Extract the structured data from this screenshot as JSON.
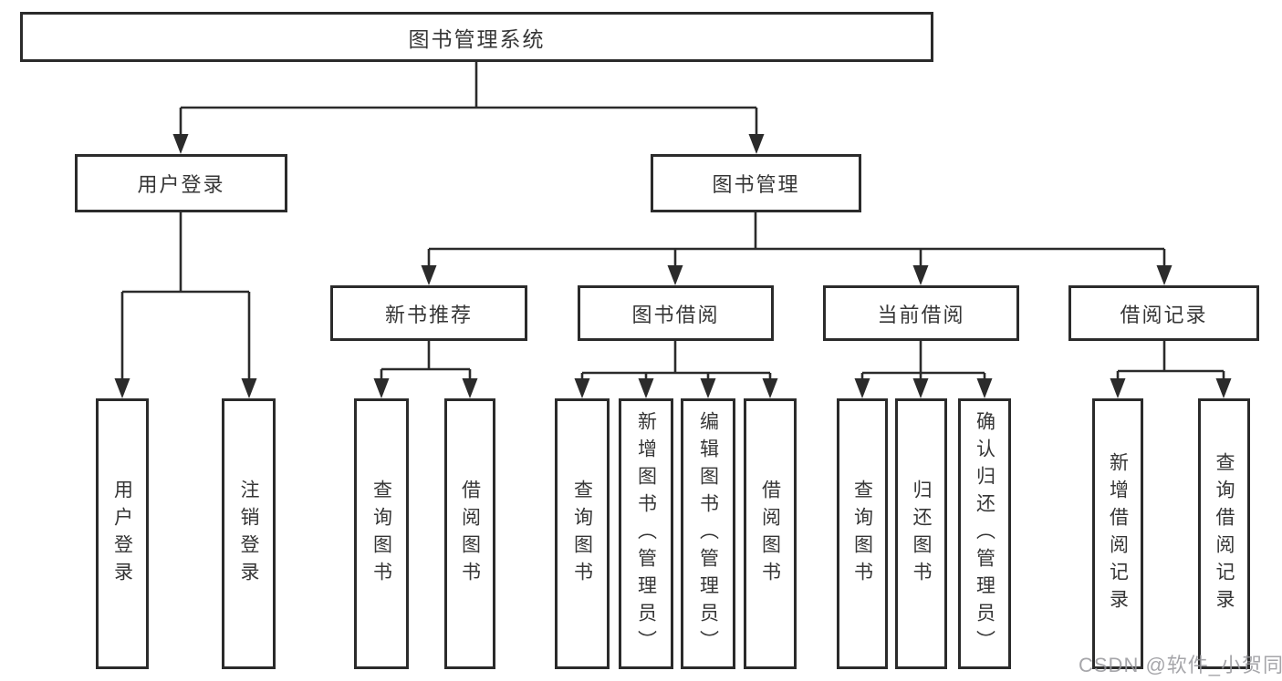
{
  "diagram": {
    "root": {
      "label": "图书管理系统"
    },
    "branches": [
      {
        "label": "用户登录",
        "leaves": [
          {
            "label": "用户登录"
          },
          {
            "label": "注销登录"
          }
        ]
      },
      {
        "label": "图书管理",
        "groups": [
          {
            "label": "新书推荐",
            "leaves": [
              {
                "label": "查询图书"
              },
              {
                "label": "借阅图书"
              }
            ]
          },
          {
            "label": "图书借阅",
            "leaves": [
              {
                "label": "查询图书"
              },
              {
                "label": "新增图书（管理员）"
              },
              {
                "label": "编辑图书（管理员）"
              },
              {
                "label": "借阅图书"
              }
            ]
          },
          {
            "label": "当前借阅",
            "leaves": [
              {
                "label": "查询图书"
              },
              {
                "label": "归还图书"
              },
              {
                "label": "确认归还（管理员）"
              }
            ]
          },
          {
            "label": "借阅记录",
            "leaves": [
              {
                "label": "新增借阅记录"
              },
              {
                "label": "查询借阅记录"
              }
            ]
          }
        ]
      }
    ]
  },
  "colors": {
    "line": "#2b2b2b",
    "text": "#363636",
    "watermark": "#96969b"
  },
  "watermark": {
    "text": "CSDN @软件_小贺同学"
  }
}
